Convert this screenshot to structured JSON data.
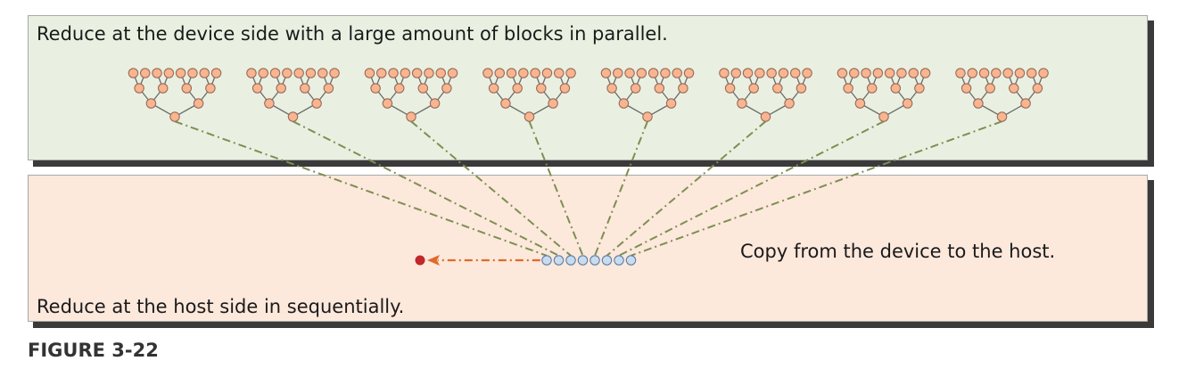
{
  "device": {
    "caption": "Reduce at the device side with a large amount of blocks in parallel.",
    "block_count": 8,
    "leaves_per_block": 8
  },
  "host": {
    "caption": "Reduce at the host side in sequentially.",
    "copy_caption": "Copy from the device to the host.",
    "partial_result_count": 8
  },
  "figure": {
    "label": "FIGURE 3-22"
  },
  "colors": {
    "device_panel": "#e9f0e1",
    "host_panel": "#fde8dc",
    "tree_node_fill": "#f8b58f",
    "tree_node_stroke": "#9a6b5a",
    "tree_edge": "#6b6b6b",
    "copy_line": "#7d8f52",
    "host_node_fill": "#c9dcee",
    "host_node_stroke": "#5b7fa6",
    "host_arrow": "#e06a2a",
    "final_result": "#c0282a"
  }
}
